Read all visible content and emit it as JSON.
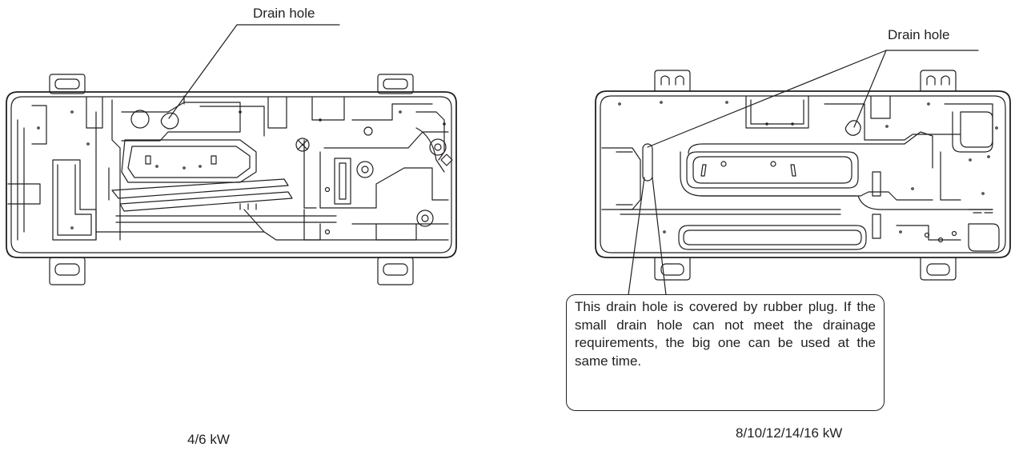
{
  "left_unit": {
    "drain_label": "Drain hole",
    "caption": "4/6 kW"
  },
  "right_unit": {
    "drain_label": "Drain hole",
    "caption": "8/10/12/14/16 kW",
    "note": "This drain hole is covered by rubber plug. If the small drain hole can not meet the drainage requirements, the big one can be used at the same time."
  },
  "colors": {
    "line": "#231f20",
    "background": "#ffffff"
  }
}
